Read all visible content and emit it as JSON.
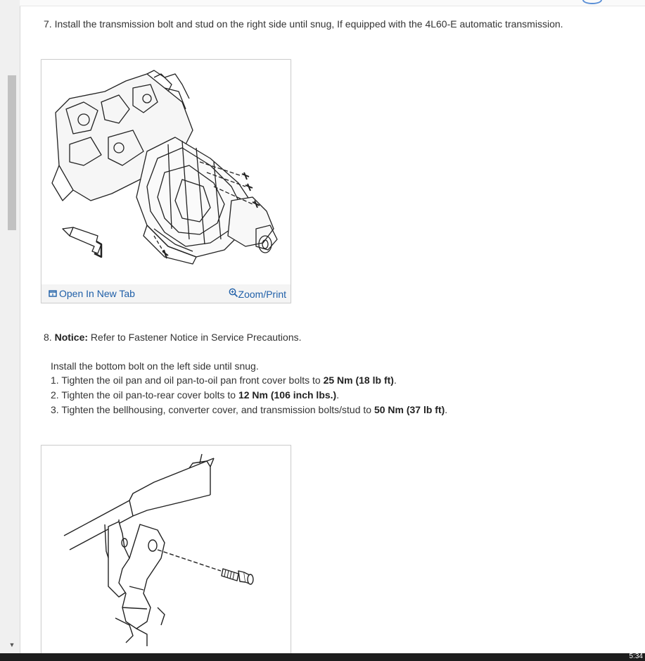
{
  "steps": {
    "step7": {
      "text": "7. Install the transmission bolt and stud on the right side until snug, If equipped with the 4L60-E automatic transmission."
    },
    "figure1": {
      "open_label": "Open In New Tab",
      "zoom_label": "Zoom/Print"
    },
    "step8": {
      "number": "8.",
      "notice_label": "Notice:",
      "notice_text": " Refer to Fastener Notice in Service Precautions.",
      "instruction": "Install the bottom bolt on the left side until snug.",
      "substeps": [
        {
          "prefix": "1. Tighten the oil pan and oil pan-to-oil pan front cover bolts to ",
          "value": "25 Nm (18 lb ft)",
          "suffix": "."
        },
        {
          "prefix": "2. Tighten the oil pan-to-rear cover bolts to ",
          "value": "12 Nm (106 inch lbs.)",
          "suffix": "."
        },
        {
          "prefix": "3. Tighten the bellhousing, converter cover, and transmission bolts/stud to ",
          "value": "50 Nm (37 lb ft)",
          "suffix": "."
        }
      ]
    }
  },
  "taskbar": {
    "clock": "5:34"
  },
  "colors": {
    "link": "#1f5fa8",
    "text": "#333333",
    "scrollbar_thumb": "#c1c1c1"
  }
}
